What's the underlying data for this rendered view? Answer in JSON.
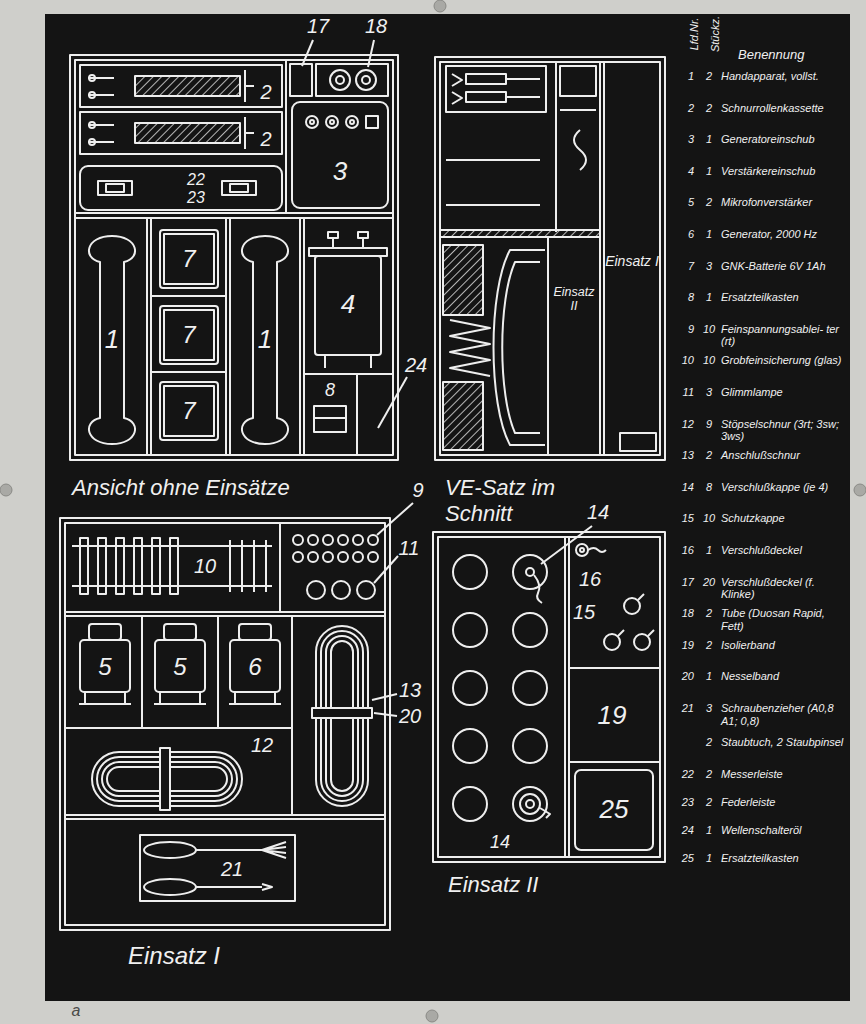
{
  "diagram": {
    "nodes": [
      {
        "text": [
          "Ansicht ohne Einsätze"
        ]
      },
      {
        "text": [
          "VE-Satz im Schnitt"
        ]
      },
      {
        "text": [
          "Einsatz I"
        ]
      },
      {
        "text": [
          "Einsatz II"
        ]
      }
    ],
    "labels": [
      "17",
      "18",
      "2",
      "2",
      "3",
      "22",
      "23",
      "1",
      "7",
      "7",
      "1",
      "7",
      "4",
      "8",
      "24",
      "Einsatz I",
      "Einsatz II",
      "9",
      "11",
      "10",
      "5",
      "5",
      "6",
      "13",
      "20",
      "12",
      "21",
      "14",
      "16",
      "15",
      "19",
      "25",
      "14",
      "Lfd.Nr.",
      "Stückz.",
      "Benennung",
      "1",
      "2",
      "Handapparat, vollst.",
      "2",
      "2",
      "Schnurrollenkassette",
      "3",
      "1",
      "Generatoreinschub",
      "4",
      "1",
      "Verstärkereinschub",
      "5",
      "2",
      "Mikrofonverstärker",
      "6",
      "1",
      "Generator, 2000 Hz",
      "7",
      "3",
      "GNK-Batterie 6V 1Ah",
      "8",
      "1",
      "Ersatzteilkasten",
      "9",
      "10",
      "Feinspannungsablei- ter (rt)",
      "10",
      "10",
      "Grobfeinsicherung (glas)",
      "11",
      "3",
      "Glimmlampe",
      "12",
      "9",
      "Stöpselschnur (3rt; 3sw; 3ws)",
      "13",
      "2",
      "Anschlußschnur",
      "14",
      "8",
      "Verschlußkappe (je 4)",
      "15",
      "10",
      "Schutzkappe",
      "16",
      "1",
      "Verschlußdeckel",
      "17",
      "20",
      "Verschlußdeckel (f. Klinke)",
      "18",
      "2",
      "Tube (Duosan Rapid, Fett)",
      "19",
      "2",
      "Isolierband",
      "20",
      "1",
      "Nesselband",
      "21",
      "3",
      "Schraubenzieher (A0,8 A1; 0,8)",
      "2",
      "Staubtuch, 2 Staubpinsel",
      "22",
      "2",
      "Messerleiste",
      "23",
      "2",
      "Federleiste",
      "24",
      "1",
      "Wellenschalteröl",
      "25",
      "1",
      "Ersatzteilkasten",
      "a"
    ]
  }
}
